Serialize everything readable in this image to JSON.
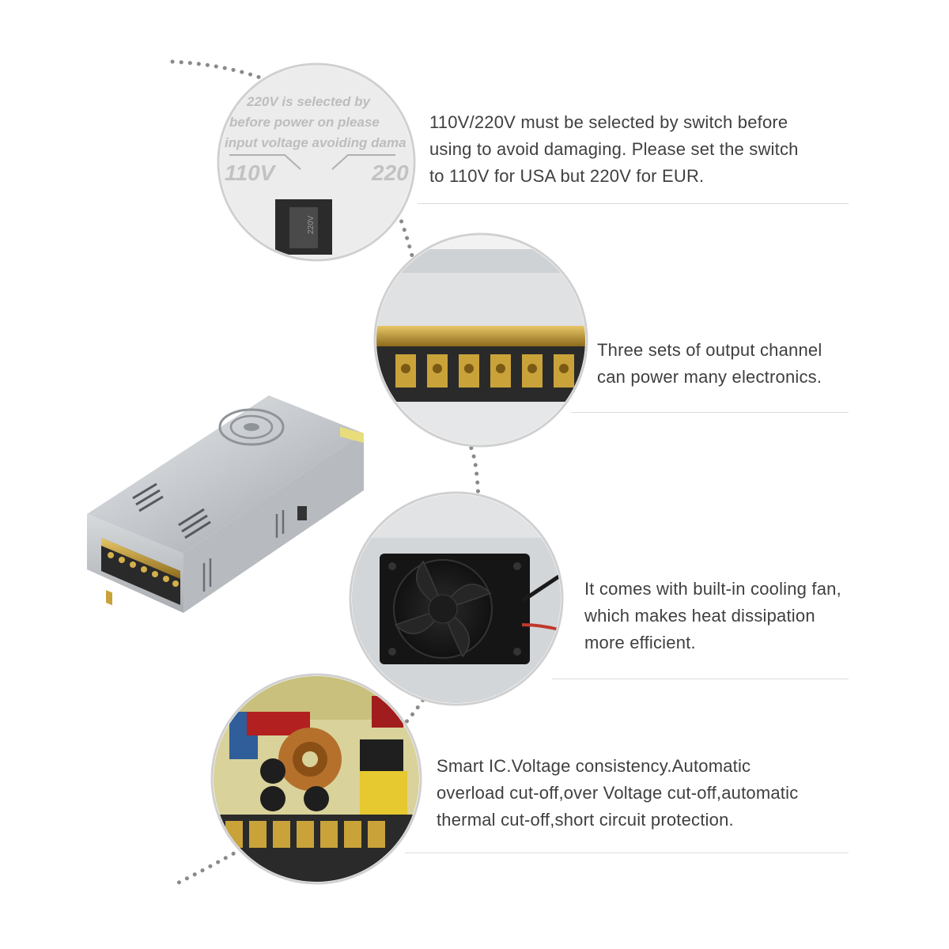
{
  "features": [
    {
      "id": "voltage-switch",
      "lines": [
        "110V/220V must be selected by switch before",
        "using to avoid damaging. Please set the switch",
        "to 110V for USA but 220V for EUR."
      ],
      "photo_label": {
        "top_text": [
          "220V is selected by",
          "before power on please",
          "input voltage avoiding dama"
        ],
        "left_voltage": "110V",
        "right_voltage": "220"
      }
    },
    {
      "id": "output-channels",
      "lines": [
        "Three sets of output channel",
        "can power many electronics."
      ]
    },
    {
      "id": "cooling-fan",
      "lines": [
        "It comes with built-in cooling fan,",
        "which makes heat dissipation",
        "more efficient."
      ]
    },
    {
      "id": "protection-circuit",
      "lines": [
        "Smart IC.Voltage consistency.Automatic",
        "overload cut-off,over Voltage cut-off,automatic",
        "thermal cut-off,short circuit protection."
      ]
    }
  ],
  "colors": {
    "text": "#3f3f3f",
    "divider": "#dcdcdc",
    "dots": "#8a8a8a",
    "circle_border": "#d0d0d0",
    "metal": "#c8ccd0",
    "terminal_gold": "#c9a33a"
  },
  "icons": {
    "fan": "cooling-fan-icon",
    "switch": "voltage-switch-icon"
  }
}
